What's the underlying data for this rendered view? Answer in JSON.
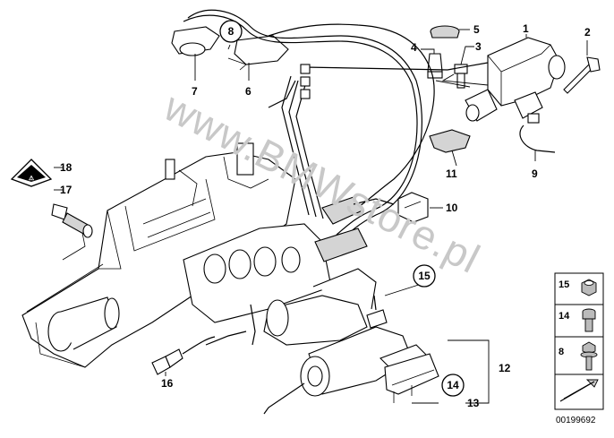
{
  "watermark": "www.BMWstore.pl",
  "figure_number": "00199692",
  "callouts": {
    "c1": "1",
    "c2": "2",
    "c3": "3",
    "c4": "4",
    "c5": "5",
    "c6": "6",
    "c7": "7",
    "c8": "8",
    "c9": "9",
    "c10": "10",
    "c11": "11",
    "c12": "12",
    "c13": "13",
    "c14": "14",
    "c15": "15",
    "c16": "16",
    "c17": "17",
    "c18": "18"
  },
  "legend": {
    "items": [
      {
        "label": "15",
        "icon": "hex-nut-icon"
      },
      {
        "label": "14",
        "icon": "socket-bolt-icon"
      },
      {
        "label": "8",
        "icon": "flange-bolt-icon"
      }
    ],
    "footer_icon": "arrow-icon"
  },
  "colors": {
    "line": "#000000",
    "watermark": "#c8c8c8",
    "shade": "#d4d4d4"
  }
}
